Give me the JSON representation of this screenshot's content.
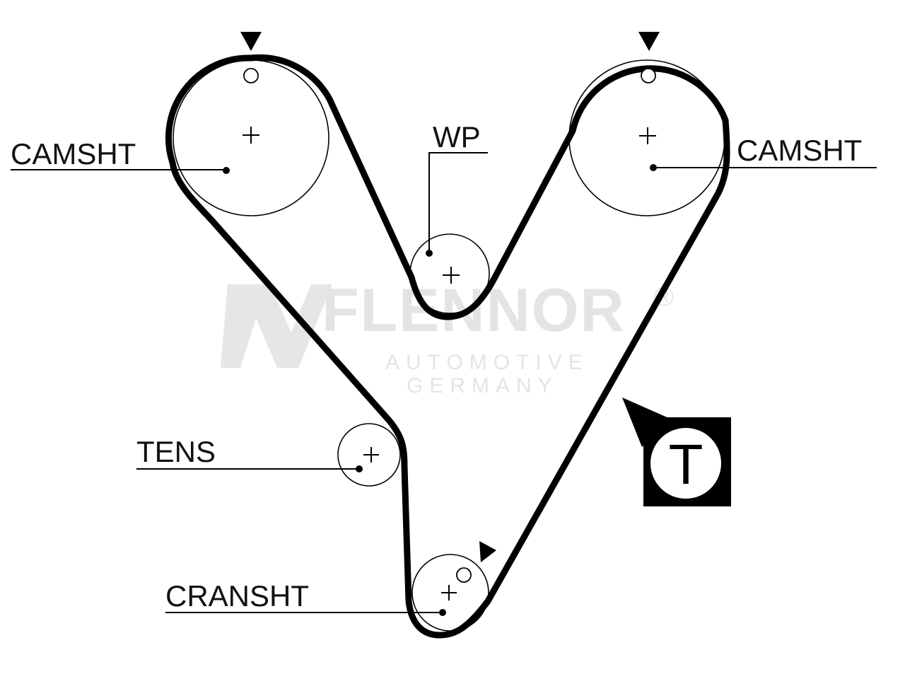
{
  "labels": {
    "camshaft_left": "CAMSHT",
    "camshaft_right": "CAMSHT",
    "water_pump": "WP",
    "tensioner": "TENS",
    "crankshaft": "CRANSHT"
  },
  "badge": {
    "letter": "T"
  },
  "watermark": {
    "brand": "FLENNOR",
    "line1": "AUTOMOTIVE",
    "line2": "GERMANY",
    "registered": "®"
  },
  "colors": {
    "ink": "#000000",
    "watermark": "#e4e4e4",
    "background": "#ffffff"
  }
}
